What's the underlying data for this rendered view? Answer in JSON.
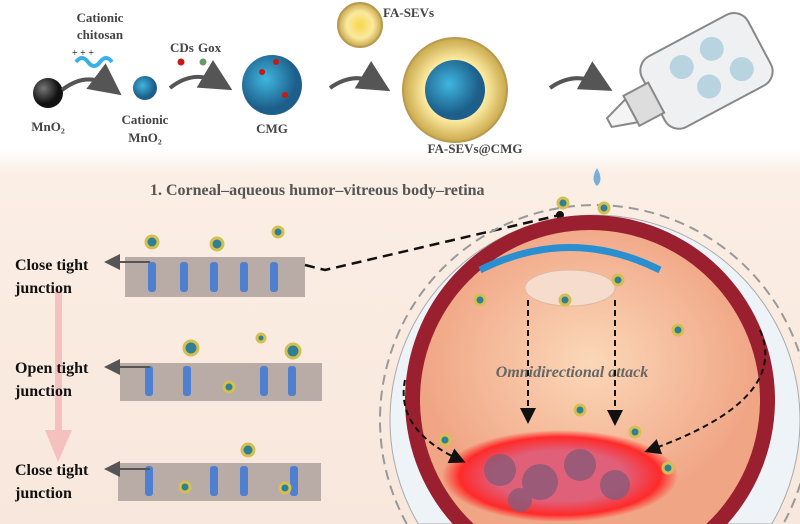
{
  "synthesis": {
    "mno2": "MnO₂",
    "chitosan_line1": "Cationic",
    "chitosan_line2": "chitosan",
    "cationic_mno2_line1": "Cationic",
    "cationic_mno2_line2": "MnO₂",
    "cds": "CDs",
    "gox": "Gox",
    "cmg": "CMG",
    "fa_sevs": "FA-SEVs",
    "fa_sevs_cmg": "FA-SEVs@CMG"
  },
  "pathway": {
    "heading": "1. Corneal–aqueous humor–vitreous body–retina",
    "attack_label": "Omnidirectional attack"
  },
  "junctions": [
    {
      "line1": "Close tight",
      "line2": "junction"
    },
    {
      "line1": "Open tight",
      "line2": "junction"
    },
    {
      "line1": "Close tight",
      "line2": "junction"
    }
  ],
  "colors": {
    "nanoparticle": "#2a8fc0",
    "vesicle": "#e8c24a",
    "tumor_glow": "#e82020",
    "cell": "#b9aca6",
    "protein": "#4f7fd0"
  }
}
